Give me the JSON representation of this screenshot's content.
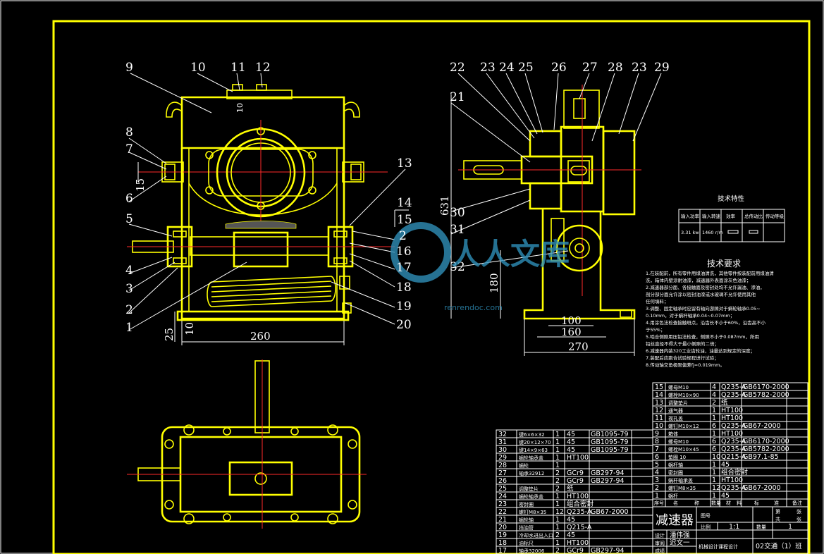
{
  "gear_label": "减速器",
  "part_labels_front": [
    "9",
    "10",
    "11",
    "12",
    "8",
    "7",
    "6",
    "5",
    "4",
    "3",
    "2",
    "1",
    "13",
    "14",
    "15",
    "2",
    "16",
    "17",
    "18",
    "19",
    "20"
  ],
  "part_labels_side": [
    "22",
    "23",
    "24",
    "25",
    "26",
    "27",
    "28",
    "23",
    "29",
    "21",
    "30",
    "31",
    "32"
  ],
  "dims": {
    "d260": "260",
    "d25": "25",
    "d10": "10",
    "d15": "15",
    "d10b": "10",
    "d631": "631",
    "d180": "180",
    "d100": "100",
    "d160": "160",
    "d270": "270"
  },
  "tech_char": {
    "title": "技术特性",
    "headers": [
      "输入功率",
      "输入转速",
      "效率",
      "总传动比",
      "传动等级"
    ],
    "row": [
      "3.31 kw",
      "1460 r/m",
      "",
      ""
    ]
  },
  "tech_req": {
    "title": "技术要求",
    "lines": [
      "1.在装配前，所有零件用煤油清洗，其他零件按装配前用煤油清",
      "  洗，箱体内壁涂耐油漆，减速器外表面涂灰色油漆；",
      "2.减速器部分面、各接触面及密封处均不允许漏油、渗油，",
      "  剖分部分面允许涂以密封油漆或水玻璃不允许使用其他",
      "  任何填料；",
      "3.调整、固定轴承时应留有轴向游隙对于蜗轮轴承0.05~",
      "  0.10mm，对于蜗杆轴承0.04~0.07mm；",
      "4.用涂色法检查接触斑点，沿齿长不小于60%，沿齿高不小",
      "  于55%；",
      "5.啮合侧隙用压铅法检查，侧隙不小于0.087mm，所用",
      "  铅丝直径不得大于最小侧隙的二倍；",
      "6.减速器内装320工业齿轮油，油量达到规定的深度；",
      "7.装配后应跑合试验规程进行试验；",
      "8.传动轴交角极限偏差fj=0.019mm。"
    ]
  },
  "bom_right": [
    [
      "15",
      "螺母M10",
      "4",
      "Q235-A",
      "GB6170-2000",
      ""
    ],
    [
      "14",
      "螺栓M10×90",
      "4",
      "Q235-A",
      "GB5782-2000",
      ""
    ],
    [
      "13",
      "调整垫片",
      "2",
      "纸",
      "",
      ""
    ],
    [
      "12",
      "通气器",
      "1",
      "HT100",
      "",
      ""
    ],
    [
      "11",
      "视孔盖",
      "1",
      "HT100",
      "",
      ""
    ],
    [
      "10",
      "螺钉M10×12",
      "6",
      "Q235-A",
      "GB67-2000",
      ""
    ],
    [
      "9",
      "箱体",
      "1",
      "HT100",
      "",
      ""
    ],
    [
      "8",
      "螺母M10",
      "6",
      "Q235-A",
      "GB6170-2000",
      ""
    ],
    [
      "7",
      "螺栓M10×45",
      "6",
      "Q235-A",
      "GB5782-2000",
      ""
    ],
    [
      "6",
      "垫圈 10",
      "10",
      "Q215-A",
      "GB97.1-85",
      ""
    ],
    [
      "5",
      "蜗杆轴",
      "1",
      "45",
      "",
      ""
    ],
    [
      "4",
      "密封圈",
      "1",
      "组合密封",
      "",
      ""
    ],
    [
      "3",
      "蜗杆轴承盖",
      "1",
      "HT100",
      "",
      ""
    ],
    [
      "2",
      "螺钉M8×35",
      "12",
      "Q235-A",
      "GB67-2000",
      ""
    ],
    [
      "1",
      "蜗杆",
      "1",
      "45",
      "",
      ""
    ]
  ],
  "bom_right_header": [
    "序号",
    "名",
    "称",
    "数量",
    "材",
    "料",
    "标",
    "准",
    "备注"
  ],
  "bom_left": [
    [
      "32",
      "键6×6×32",
      "1",
      "45",
      "GB1095-79"
    ],
    [
      "31",
      "键20×12×70",
      "1",
      "45",
      "GB1095-79"
    ],
    [
      "30",
      "键14×9×63",
      "1",
      "45",
      "GB1095-79"
    ],
    [
      "29",
      "蜗轮轴承盖",
      "1",
      "HT100",
      ""
    ],
    [
      "28",
      "蜗轮",
      "1",
      "",
      ""
    ],
    [
      "27",
      "轴承32912",
      "2",
      "GCr9",
      "GB297-94"
    ],
    [
      "26",
      "",
      "2",
      "GCr9",
      "GB297-94"
    ],
    [
      "25",
      "调整垫片",
      "2",
      "纸",
      ""
    ],
    [
      "24",
      "蜗轮轴承盖",
      "1",
      "HT100",
      ""
    ],
    [
      "23",
      "密封圈",
      "1",
      "组合密封",
      ""
    ],
    [
      "22",
      "螺钉M8×35",
      "12",
      "Q235-A",
      "GB67-2000"
    ],
    [
      "21",
      "蜗轮轴",
      "1",
      "45",
      ""
    ],
    [
      "20",
      "挡油管",
      "1",
      "Q215-A",
      ""
    ],
    [
      "19",
      "冷却水进出入口",
      "2",
      "45",
      ""
    ],
    [
      "18",
      "油标尺",
      "1",
      "HT100",
      ""
    ],
    [
      "17",
      "轴承32006",
      "2",
      "GCr9",
      "GB297-94"
    ]
  ],
  "title_block": {
    "name": "减速器",
    "tuhao": "图号",
    "bili": "比例",
    "bili_val": "1:1",
    "shuliang": "数量",
    "shuliang_val": "1",
    "di": "第",
    "zhang": "张",
    "gong": "共",
    "zhang2": "张",
    "sheji": "设计",
    "designer": "潘伟强",
    "shenhe": "审阅",
    "reviewer": "迟文一",
    "chengji": "成绩",
    "course": "机械设计课程设计",
    "class": "02交通（1）班"
  },
  "watermark": "人人文库",
  "watermark_url": "renrendoc.com",
  "colors": {
    "lines": "#ffff00",
    "text": "#ffffff",
    "center": "#ff2a2a",
    "background": "#000000",
    "watermark": "#2f8fb8"
  }
}
